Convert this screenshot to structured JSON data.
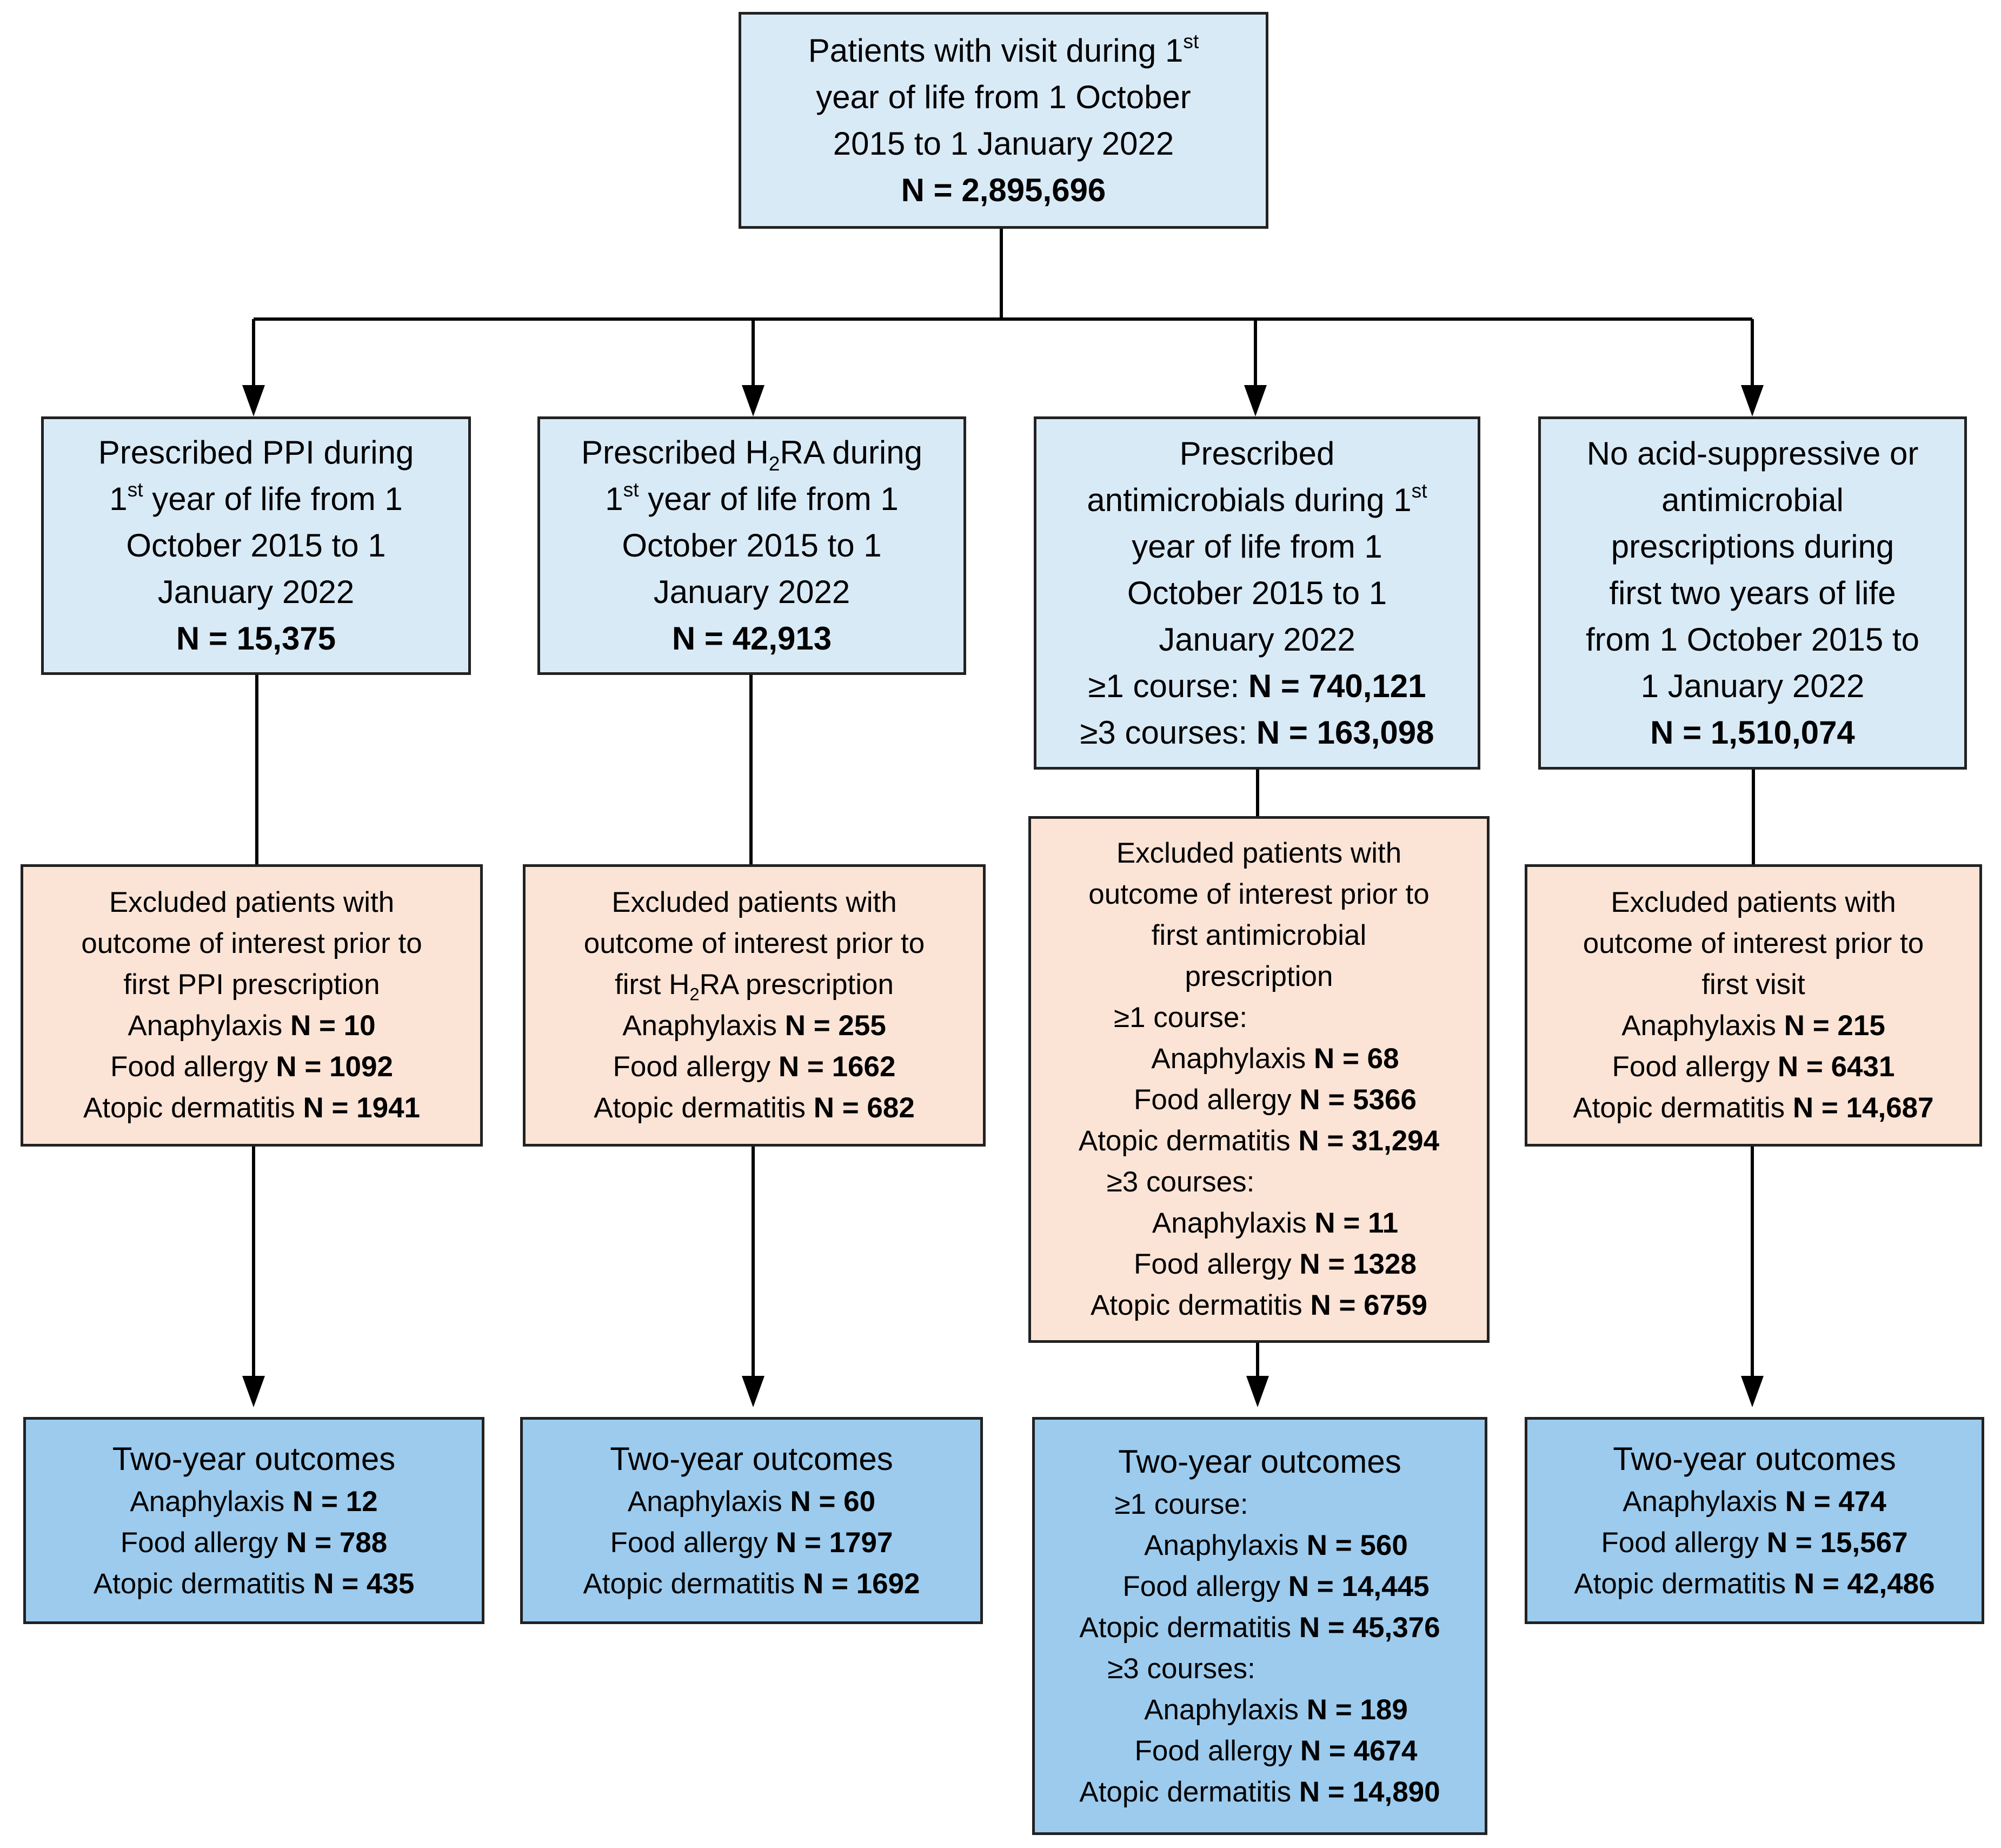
{
  "top": {
    "line1": "Patients with visit during 1",
    "line1_sup": "st",
    "line2": "year of life from 1 October",
    "line3": "2015 to 1 January 2022",
    "n": "N = 2,895,696"
  },
  "ppi": {
    "line1": "Prescribed PPI during",
    "line2_sup": "1st",
    "line2": " year of life from 1",
    "line3": "October 2015 to 1",
    "line4": "January 2022",
    "n": "N = 15,375"
  },
  "h2ra": {
    "line1_a": "Prescribed H",
    "line1_sub": "2",
    "line1_b": "RA during",
    "line2_sup": "1st",
    "line2": " year of life from 1",
    "line3": "October 2015 to 1",
    "line4": "January 2022",
    "n": "N = 42,913"
  },
  "anti": {
    "line1": "Prescribed",
    "line2": "antimicrobials during 1",
    "line2_sup": "st",
    "line3": "year of life from 1",
    "line4": "October 2015 to 1",
    "line5": "January 2022",
    "c1_label": "≥1 course: ",
    "c1_n": "N = 740,121",
    "c3_label": "≥3 courses: ",
    "c3_n": "N = 163,098"
  },
  "none": {
    "line1": "No acid-suppressive or",
    "line2": "antimicrobial",
    "line3": "prescriptions during",
    "line4": "first two years of life",
    "line5": "from 1 October 2015 to",
    "line6": "1 January 2022",
    "n": "N = 1,510,074"
  },
  "ex_ppi": {
    "line1": "Excluded patients with",
    "line2": "outcome of interest prior to",
    "line3": "first PPI prescription",
    "ana_label": "Anaphylaxis ",
    "ana_n": "N = 10",
    "food_label": "Food allergy ",
    "food_n": "N = 1092",
    "atop_label": "Atopic dermatitis ",
    "atop_n": "N = 1941"
  },
  "ex_h2ra": {
    "line1": "Excluded patients with",
    "line2": "outcome of interest prior to",
    "line3_a": "first H",
    "line3_sub": "2",
    "line3_b": "RA prescription",
    "ana_label": "Anaphylaxis ",
    "ana_n": "N = 255",
    "food_label": "Food allergy ",
    "food_n": "N = 1662",
    "atop_label": "Atopic dermatitis ",
    "atop_n": "N = 682"
  },
  "ex_anti": {
    "line1": "Excluded patients with",
    "line2": "outcome of interest prior to",
    "line3": "first antimicrobial",
    "line4": "prescription",
    "c1_label": "≥1 course:",
    "c1_ana_label": "Anaphylaxis ",
    "c1_ana_n": "N = 68",
    "c1_food_label": "Food allergy ",
    "c1_food_n": "N = 5366",
    "c1_atop_label": "Atopic dermatitis ",
    "c1_atop_n": "N = 31,294",
    "c3_label": "≥3 courses:",
    "c3_ana_label": "Anaphylaxis ",
    "c3_ana_n": "N = 11",
    "c3_food_label": "Food allergy ",
    "c3_food_n": "N = 1328",
    "c3_atop_label": "Atopic dermatitis ",
    "c3_atop_n": "N = 6759"
  },
  "ex_none": {
    "line1": "Excluded patients with",
    "line2": "outcome of interest prior to",
    "line3": "first visit",
    "ana_label": "Anaphylaxis ",
    "ana_n": "N = 215",
    "food_label": "Food allergy ",
    "food_n": "N = 6431",
    "atop_label": "Atopic dermatitis ",
    "atop_n": "N = 14,687"
  },
  "out_ppi": {
    "title": "Two-year outcomes",
    "ana_label": "Anaphylaxis ",
    "ana_n": "N = 12",
    "food_label": "Food allergy ",
    "food_n": "N = 788",
    "atop_label": "Atopic dermatitis ",
    "atop_n": "N = 435"
  },
  "out_h2ra": {
    "title": "Two-year outcomes",
    "ana_label": "Anaphylaxis ",
    "ana_n": "N = 60",
    "food_label": "Food allergy ",
    "food_n": "N = 1797",
    "atop_label": "Atopic dermatitis ",
    "atop_n": "N = 1692"
  },
  "out_anti": {
    "title": "Two-year outcomes",
    "c1_label": "≥1 course:",
    "c1_ana_label": "Anaphylaxis ",
    "c1_ana_n": "N = 560",
    "c1_food_label": "Food allergy ",
    "c1_food_n": "N = 14,445",
    "c1_atop_label": "Atopic dermatitis ",
    "c1_atop_n": "N = 45,376",
    "c3_label": "≥3 courses:",
    "c3_ana_label": "Anaphylaxis ",
    "c3_ana_n": "N = 189",
    "c3_food_label": "Food allergy ",
    "c3_food_n": "N = 4674",
    "c3_atop_label": "Atopic dermatitis ",
    "c3_atop_n": "N = 14,890"
  },
  "out_none": {
    "title": "Two-year outcomes",
    "ana_label": "Anaphylaxis ",
    "ana_n": "N = 474",
    "food_label": "Food allergy ",
    "food_n": "N = 15,567",
    "atop_label": "Atopic dermatitis ",
    "atop_n": "N = 42,486"
  }
}
